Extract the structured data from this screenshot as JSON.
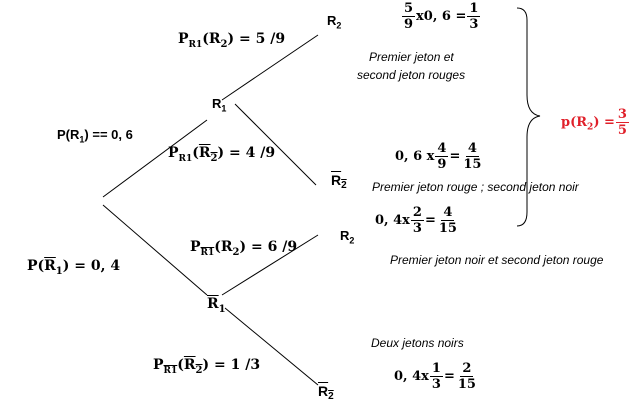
{
  "tree": {
    "p_r1": {
      "label": "P(R",
      "sub": "1",
      "rest": ") == 0, 6"
    },
    "p_r1bar": {
      "label": "P(",
      "bar": "R",
      "sub": "1",
      "rest": ") = 0, 4"
    },
    "node_r1": {
      "main": "R",
      "sub": "1"
    },
    "node_r1bar": {
      "main": "R",
      "sub": "1"
    },
    "leaf_top": {
      "main": "R",
      "sub": "2"
    },
    "leaf_r2bar_1": {
      "main": "R",
      "sub": "2"
    },
    "leaf_r2_2": {
      "main": "R",
      "sub": "2"
    },
    "leaf_r2bar_2": {
      "main": "R",
      "sub": "2"
    },
    "branch_r1_r2": {
      "p": "P",
      "sub_r": "R",
      "sub_n": "1",
      "arg": "(R",
      "arg_sub": "2",
      "rest": ") = 5 /9"
    },
    "branch_r1_r2bar": {
      "p": "P",
      "sub_r": "R",
      "sub_n": "1",
      "arg_open": "(",
      "arg_bar": "R",
      "arg_sub": "2",
      "rest": ") = 4 /9"
    },
    "branch_r1bar_r2": {
      "p": "P",
      "sub": "R1",
      "arg": "(R",
      "arg_sub": "2",
      "rest": ") = 6 /9"
    },
    "branch_r1bar_r2bar": {
      "p": "P",
      "sub": "R1",
      "arg_open": "(",
      "arg_bar": "R",
      "arg_sub": "2",
      "rest": ") = 1 /3"
    }
  },
  "calcs": {
    "c1": {
      "f1n": "5",
      "f1d": "9",
      "mid": "x0, 6 =",
      "f2n": "1",
      "f2d": "3"
    },
    "c2": {
      "pre": "0, 6 x",
      "f1n": "4",
      "f1d": "9",
      "eq": "=",
      "f2n": "4",
      "f2d": "15"
    },
    "c3": {
      "pre": "0, 4x",
      "f1n": "2",
      "f1d": "3",
      "eq": "=",
      "f2n": "4",
      "f2d": "15"
    },
    "c4": {
      "pre": "0, 4x",
      "f1n": "1",
      "f1d": "3",
      "eq": "=",
      "f2n": "2",
      "f2d": "15"
    }
  },
  "captions": {
    "cap1_line1": "Premier jeton et",
    "cap1_line2": "second jeton rouges",
    "cap2": "Premier jeton rouge ; second jeton noir",
    "cap3": "Premier jeton noir et second jeton rouge",
    "cap4": "Deux jetons noirs"
  },
  "result": {
    "pre": "p(R",
    "sub": "2",
    "mid": ") =",
    "fn": "3",
    "fd": "5",
    "color": "#e0202a"
  }
}
